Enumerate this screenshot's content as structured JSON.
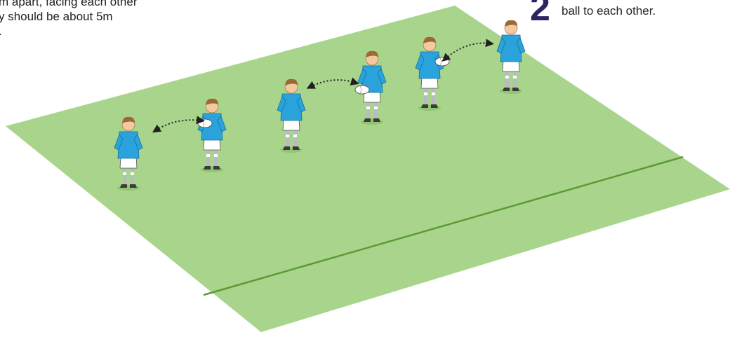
{
  "left_caption": {
    "line1": "m apart, facing each other",
    "line2": "y should be about 5m",
    "line3": "."
  },
  "right_caption": {
    "step_number": "2",
    "text": "ball to each other."
  },
  "colors": {
    "pitch": "#a8d58b",
    "line": "#5c9a32",
    "shirt": "#2aa3dd",
    "shorts": "#ffffff",
    "socks": "#b8bcc0",
    "hair": "#9b6a34",
    "skin": "#f4c9a0",
    "pass_arrow": "#231f20",
    "step_number": "#2b2560"
  },
  "icons": [
    "player-with-ball-icon",
    "player-receiving-icon",
    "pass-arrow-icon"
  ]
}
